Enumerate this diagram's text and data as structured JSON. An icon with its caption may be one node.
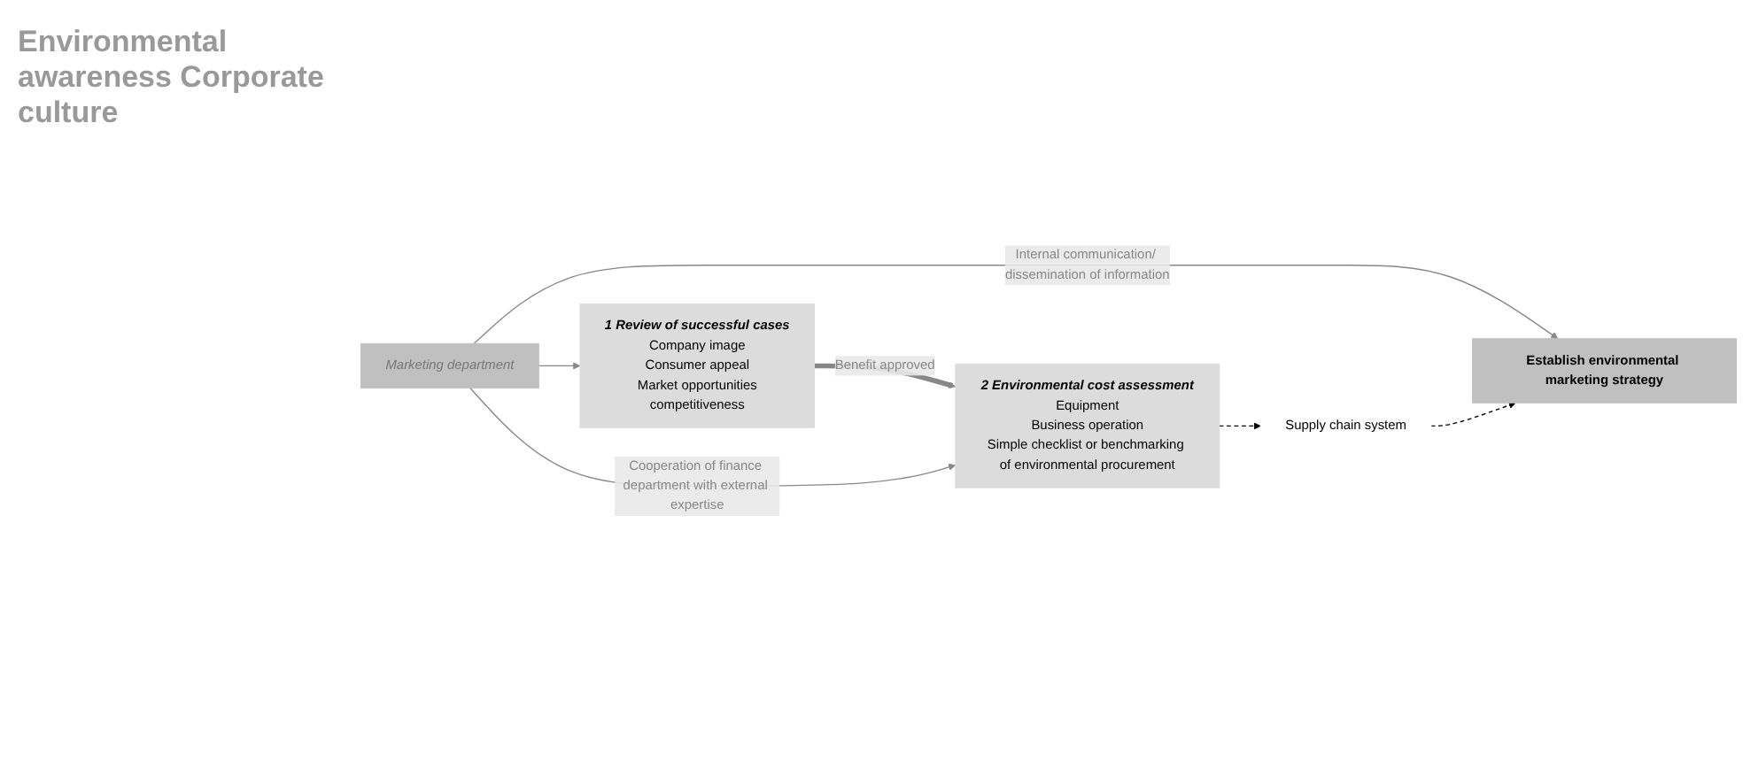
{
  "diagram": {
    "nodes": [
      {
        "text": [
          "2 Environmental cost assessment",
          "Equipment",
          "Business operation",
          "Simple checklist or benchmarking of environmental procurement"
        ]
      },
      {
        "text": [
          "Supply chain system"
        ]
      },
      {
        "text": [
          "1 Review of successful cases",
          "Company image",
          "Consumer appeal",
          "Market opportunities",
          "competitiveness"
        ]
      },
      {
        "text": [
          "Marketing department"
        ]
      },
      {
        "text": [
          "Establish environmental marketing strategy"
        ]
      }
    ],
    "edges": [
      {
        "from": 2,
        "to": 0,
        "arrow": "to",
        "label": "Benefit approved",
        "style": "thick"
      },
      {
        "from": 3,
        "to": 0,
        "arrow": "to",
        "label": "Cooperation of finance department with external expertise"
      },
      {
        "from": 3,
        "to": 2,
        "arrow": "to"
      },
      {
        "from": 3,
        "to": 4,
        "arrow": "to",
        "label": "Internal communication/ dissemination of information"
      },
      {
        "from": 0,
        "to": 1,
        "arrow": "to",
        "style": "dashed",
        "color": "#000000"
      },
      {
        "from": 1,
        "to": 4,
        "arrow": "to",
        "style": "dashed",
        "color": "#000000"
      }
    ],
    "labels": [
      "Environmental awareness Corporate culture"
    ]
  }
}
